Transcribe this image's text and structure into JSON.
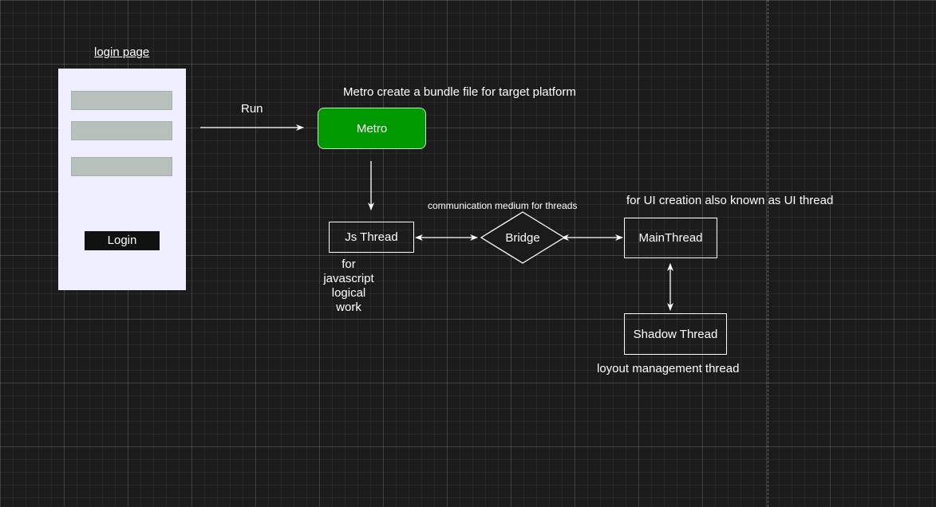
{
  "login": {
    "title": "login page",
    "button_label": "Login"
  },
  "labels": {
    "run": "Run",
    "metro_caption": "Metro create a bundle file for target platform",
    "bridge_caption": "communication medium for threads",
    "main_caption": "for UI creation also known as UI thread",
    "shadow_caption": "loyout management thread",
    "js_caption_lines": [
      "for",
      "javascript",
      "logical",
      "work"
    ]
  },
  "nodes": {
    "metro": "Metro",
    "js_thread": "Js Thread",
    "bridge": "Bridge",
    "main_thread": "MainThread",
    "shadow_thread": "Shadow Thread"
  },
  "colors": {
    "background": "#1b1b1b",
    "metro_fill": "#009900",
    "phone_fill": "#eeeeff",
    "field_fill": "#b8c0bc",
    "stroke": "#ffffff"
  }
}
